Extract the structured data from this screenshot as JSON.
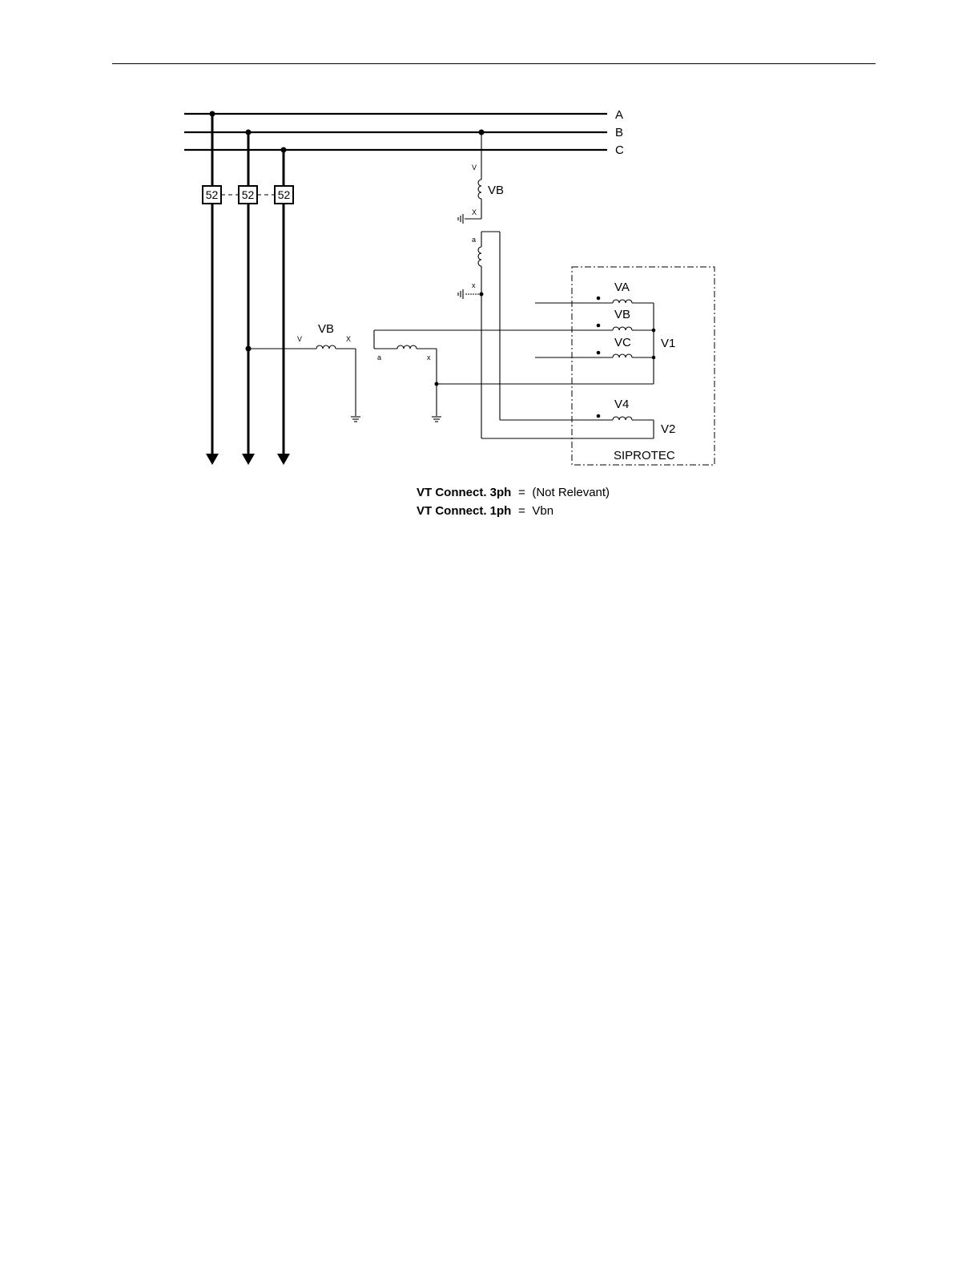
{
  "diagram": {
    "bus_labels": [
      "A",
      "B",
      "C"
    ],
    "breaker_labels": [
      "52",
      "52",
      "52"
    ],
    "vt_upper": {
      "name": "VB",
      "primary_terminals": [
        "V",
        "X"
      ],
      "secondary_terminals": [
        "a",
        "x"
      ]
    },
    "vt_lower": {
      "name": "VB",
      "primary_terminals": [
        "V",
        "X"
      ],
      "secondary_terminals": [
        "a",
        "x"
      ]
    },
    "relay": {
      "name": "SIPROTEC",
      "inputs": [
        "VA",
        "VB",
        "VC",
        "V4"
      ],
      "groups": [
        "V1",
        "V2"
      ]
    }
  },
  "settings": [
    {
      "key": "VT Connect. 3ph",
      "eq": "=",
      "value": "(Not Relevant)"
    },
    {
      "key": "VT Connect. 1ph",
      "eq": "=",
      "value": "Vbn"
    }
  ]
}
